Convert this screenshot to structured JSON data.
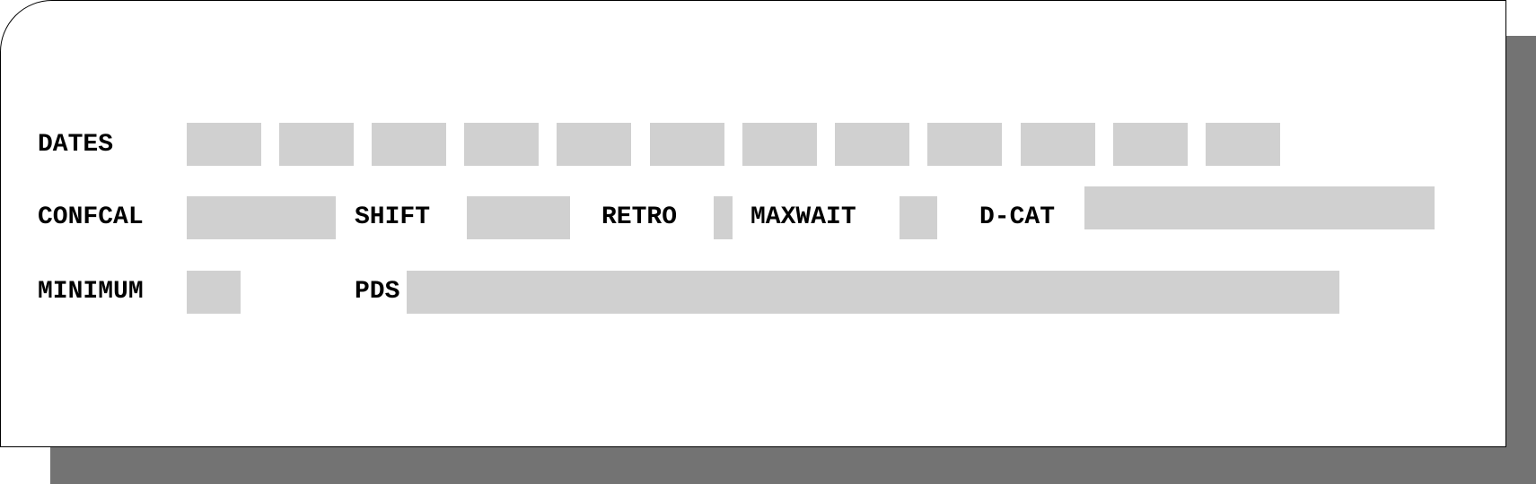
{
  "labels": {
    "dates": "DATES",
    "confcal": "CONFCAL",
    "shift": "SHIFT",
    "retro": "RETRO",
    "maxwait": "MAXWAIT",
    "dcat": "D-CAT",
    "minimum": "MINIMUM",
    "pds": "PDS"
  },
  "fields": {
    "dates": [
      "",
      "",
      "",
      "",
      "",
      "",
      "",
      "",
      "",
      "",
      "",
      ""
    ],
    "confcal": "",
    "shift": "",
    "retro": "",
    "maxwait": "",
    "dcat": "",
    "minimum": "",
    "pds": ""
  },
  "colors": {
    "field_fill": "#d0d0d0",
    "shadow": "#737373",
    "border": "#000000"
  }
}
